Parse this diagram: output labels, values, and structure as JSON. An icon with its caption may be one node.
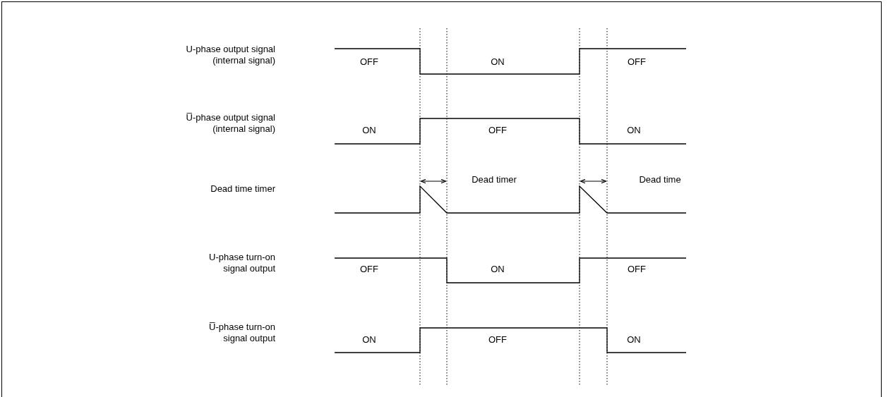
{
  "diagram": {
    "labels": [
      "U-phase output signal (internal signal)",
      "OFF",
      "ON",
      "OFF",
      "U̅-phase output signal (internal signal)",
      "ON",
      "OFF",
      "ON",
      "Dead timer",
      "Dead time",
      "Dead time timer",
      "U-phase turn-on signal output",
      "OFF",
      "ON",
      "OFF",
      "U̅-phase turn-on signal output",
      "ON",
      "OFF",
      "ON"
    ]
  }
}
